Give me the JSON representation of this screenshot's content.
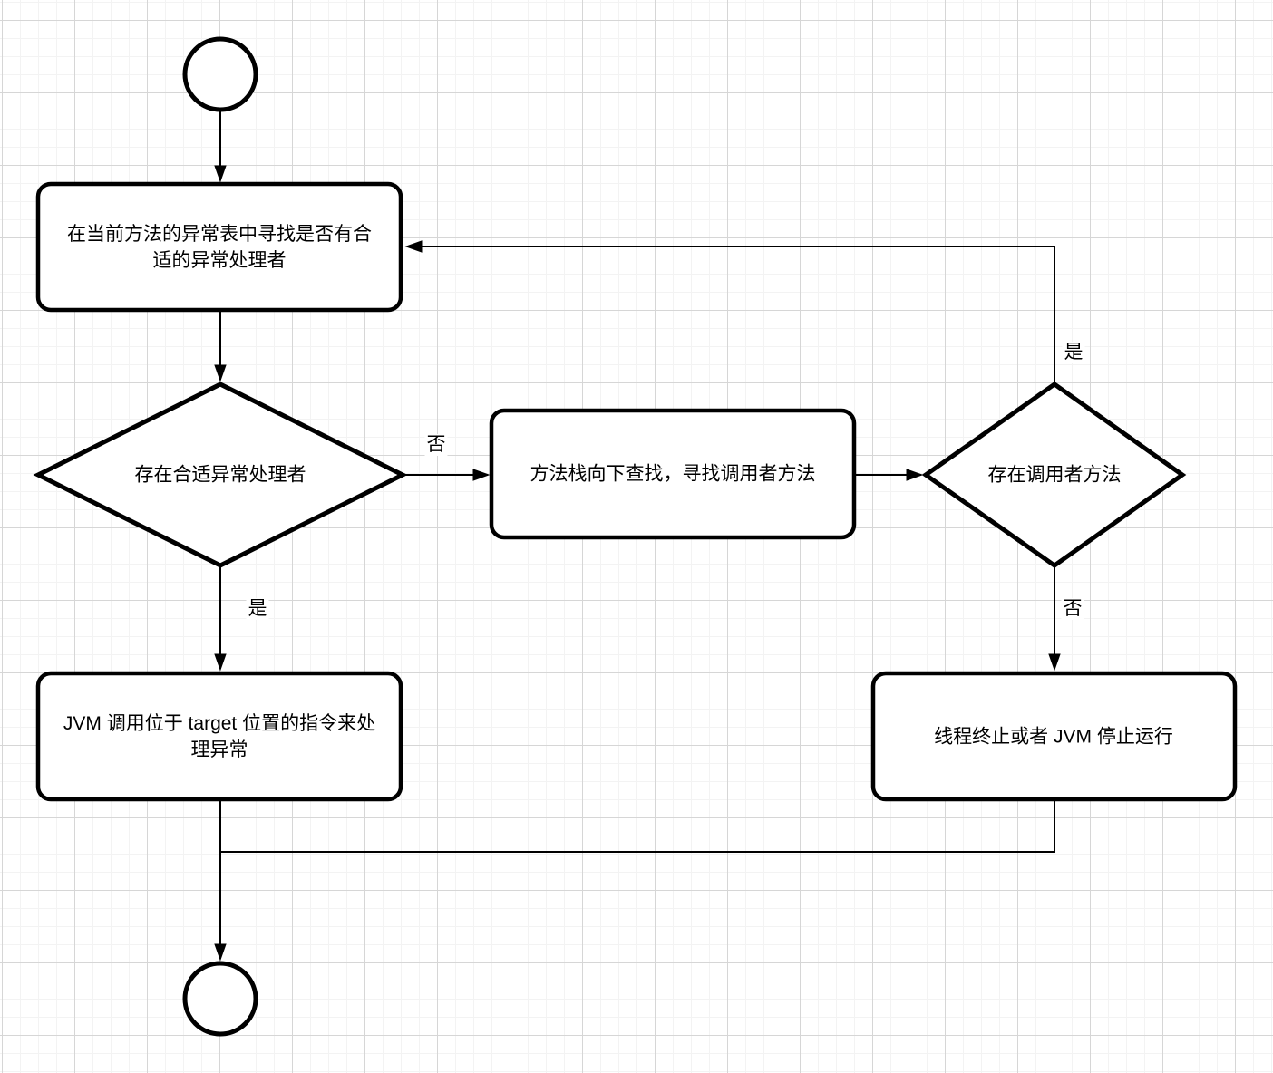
{
  "diagram_title": "JVM exception handling flowchart",
  "colors": {
    "shape_stroke": "#000000",
    "shape_fill": "#ffffff",
    "text": "#000000",
    "grid_minor": "#f3f3f3",
    "grid_major": "#d6d6d6",
    "background": "#ffffff"
  },
  "flowchart": {
    "nodes": {
      "find_handler": "在当前方法的异常表中寻找是否有合\n适的异常处理者",
      "handler_exists": "存在合适异常处理者",
      "search_stack": "方法栈向下查找，寻找调用者方法",
      "caller_exists": "存在调用者方法",
      "handle_at_target": "JVM 调用位于 target 位置的指令来处\n理异常",
      "terminate": "线程终止或者 JVM 停止运行"
    },
    "edge_labels": {
      "handler_no": "否",
      "handler_yes": "是",
      "caller_yes": "是",
      "caller_no": "否"
    }
  }
}
